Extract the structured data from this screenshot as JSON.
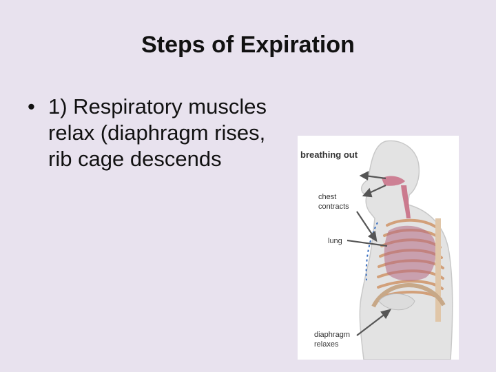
{
  "slide": {
    "title": "Steps of Expiration",
    "bullet": {
      "marker": "•",
      "lines": [
        "1) Respiratory muscles",
        "relax (diaphragm rises,",
        "rib cage descends"
      ]
    }
  },
  "figure": {
    "heading": "breathing out",
    "labels": {
      "chest_line1": "chest",
      "chest_line2": "contracts",
      "lung": "lung",
      "diaphragm_line1": "diaphragm",
      "diaphragm_line2": "relaxes"
    },
    "colors": {
      "body_fill": "#e3e3e3",
      "rib_color": "#d2a07a",
      "lung_color": "#b46a84",
      "airway_color": "#c7677f",
      "arrow_color": "#555555"
    }
  }
}
